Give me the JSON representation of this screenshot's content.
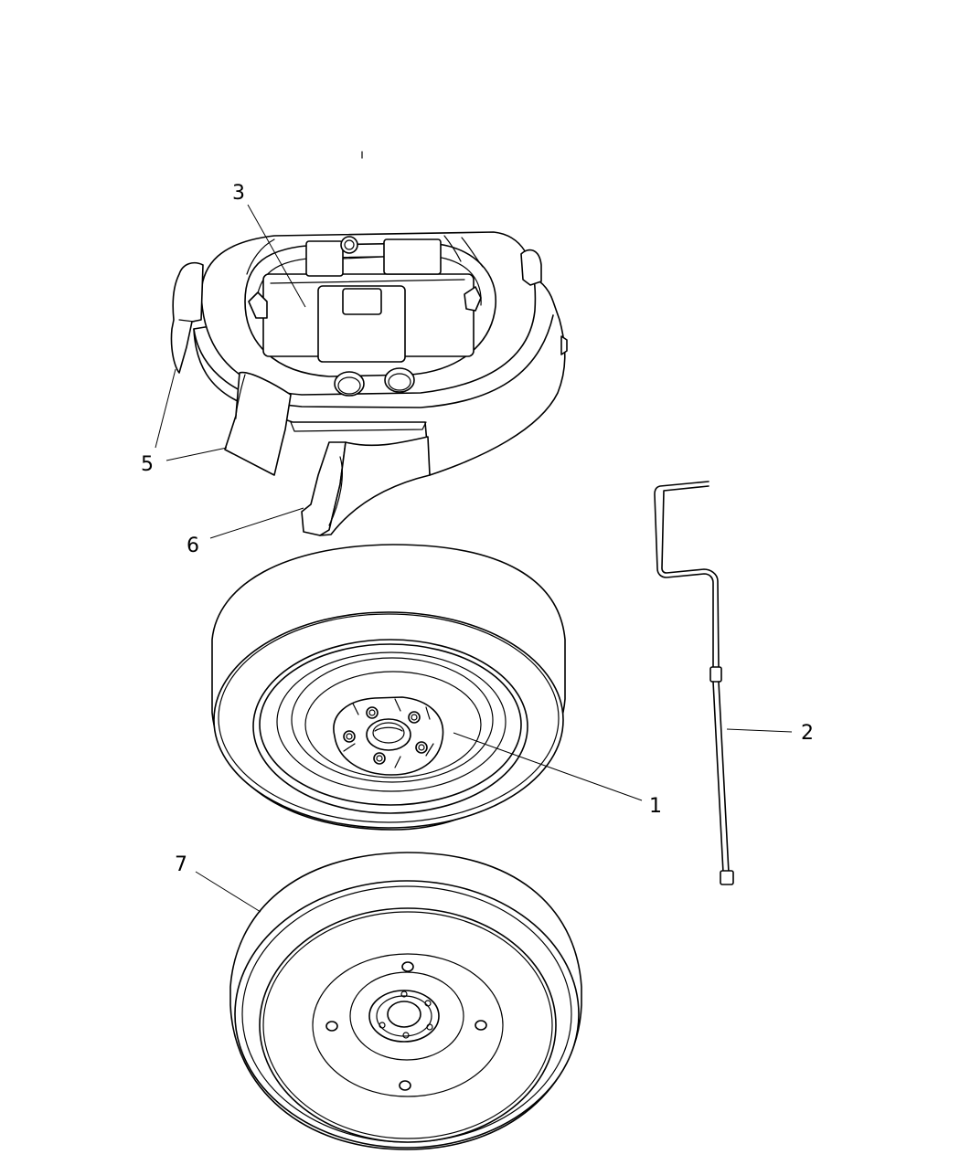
{
  "callouts": [
    {
      "id": "1",
      "text": "1"
    },
    {
      "id": "2",
      "text": "2"
    },
    {
      "id": "3",
      "text": "3"
    },
    {
      "id": "5",
      "text": "5"
    },
    {
      "id": "6",
      "text": "6"
    },
    {
      "id": "7",
      "text": "7"
    }
  ],
  "colors": {
    "line": "#000000",
    "background": "#ffffff"
  }
}
